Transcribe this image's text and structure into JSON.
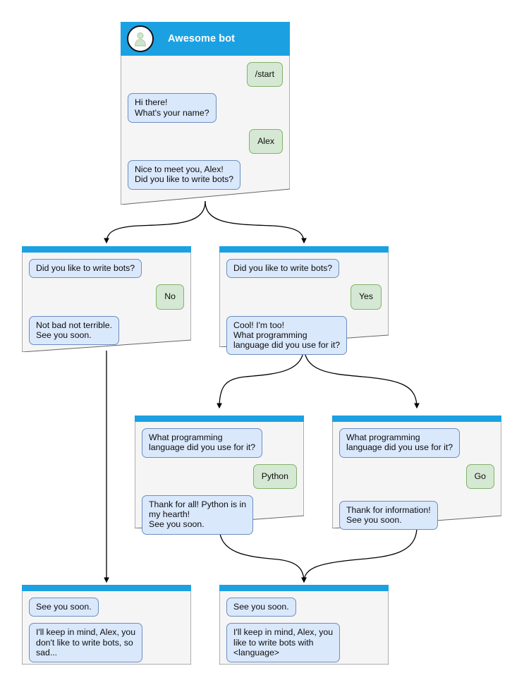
{
  "diagram": {
    "title_bot_name": "Awesome bot",
    "avatar_icon": "person-avatar-icon",
    "colors": {
      "header_blue": "#1ba1e2",
      "bot_bubble_fill": "#dae8fc",
      "bot_bubble_border": "#6c8ebf",
      "user_bubble_fill": "#d5e8d4",
      "user_bubble_border": "#82b366",
      "card_fill": "#f5f5f5",
      "card_border": "#666666",
      "edge_stroke": "#000000"
    }
  },
  "cards": {
    "root": {
      "name": "awesome-bot-root-card",
      "header_title": "Awesome bot",
      "messages": [
        {
          "side": "user",
          "text": "/start"
        },
        {
          "side": "bot",
          "text": "Hi there!\nWhat's your name?"
        },
        {
          "side": "user",
          "text": "Alex"
        },
        {
          "side": "bot",
          "text": "Nice to meet you, Alex!\nDid you like to write bots?"
        }
      ]
    },
    "no_branch": {
      "name": "did-you-like-no-card",
      "messages": [
        {
          "side": "bot",
          "text": "Did you like to write bots?"
        },
        {
          "side": "user",
          "text": "No"
        },
        {
          "side": "bot",
          "text": "Not bad not terrible.\nSee you soon."
        }
      ]
    },
    "yes_branch": {
      "name": "did-you-like-yes-card",
      "messages": [
        {
          "side": "bot",
          "text": "Did you like to write bots?"
        },
        {
          "side": "user",
          "text": "Yes"
        },
        {
          "side": "bot",
          "text": "Cool! I'm too!\nWhat programming\nlanguage did you use for it?"
        }
      ]
    },
    "python_branch": {
      "name": "language-python-card",
      "messages": [
        {
          "side": "bot",
          "text": "What programming\nlanguage did you use for it?"
        },
        {
          "side": "user",
          "text": "Python"
        },
        {
          "side": "bot",
          "text": "Thank for all! Python is in\nmy hearth!\nSee you soon."
        }
      ]
    },
    "go_branch": {
      "name": "language-go-card",
      "messages": [
        {
          "side": "bot",
          "text": "What programming\nlanguage did you use for it?"
        },
        {
          "side": "user",
          "text": "Go"
        },
        {
          "side": "bot",
          "text": "Thank for information!\nSee you soon."
        }
      ]
    },
    "end_no": {
      "name": "end-no-card",
      "messages": [
        {
          "side": "bot",
          "text": "See you soon."
        },
        {
          "side": "bot",
          "text": "I'll keep in mind, Alex, you\ndon't like to write bots, so\nsad..."
        }
      ]
    },
    "end_yes": {
      "name": "end-yes-card",
      "messages": [
        {
          "side": "bot",
          "text": "See you soon."
        },
        {
          "side": "bot",
          "text": "I'll keep in mind, Alex, you\nlike to write bots with\n<language>"
        }
      ]
    }
  }
}
